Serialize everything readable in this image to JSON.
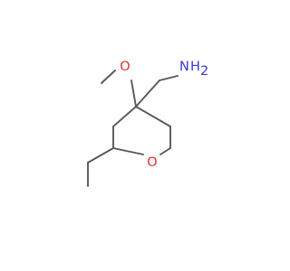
{
  "molecule": {
    "atoms": [
      {
        "id": "O_ring",
        "label": "O",
        "color": "#e03030"
      },
      {
        "id": "O_methoxy",
        "label": "O",
        "color": "#e03030"
      },
      {
        "id": "N_amine",
        "label": "N",
        "color": "#3838d8"
      },
      {
        "id": "H_amine",
        "label": "H",
        "color": "#3838d8"
      },
      {
        "id": "H2_subscript",
        "label": "2",
        "color": "#3838d8"
      }
    ],
    "bond_color": "#585858"
  }
}
